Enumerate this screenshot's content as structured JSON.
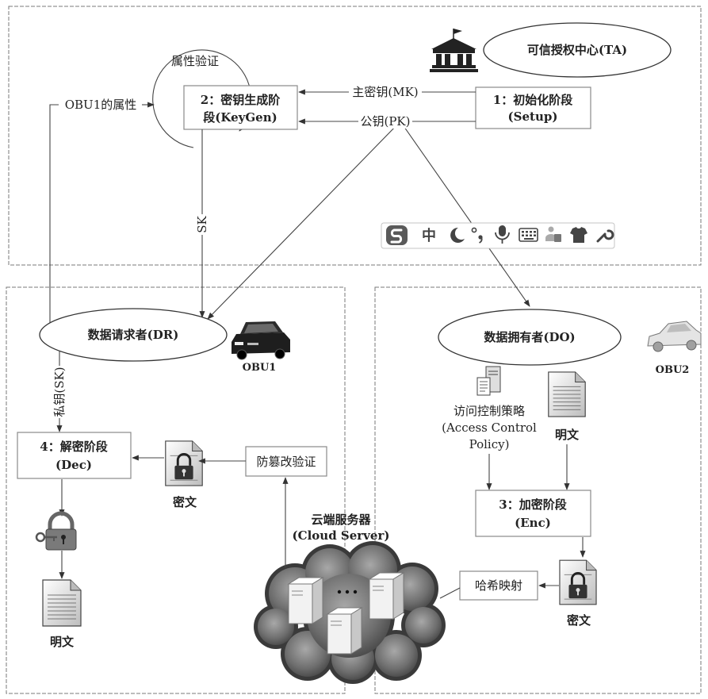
{
  "ta": {
    "label": "可信授权中心(TA)",
    "icon": "bank-building-icon"
  },
  "setup": {
    "line1": "1：初始化阶段",
    "line2": "(Setup)"
  },
  "keygen": {
    "line1": "2：密钥生成阶",
    "line2": "段(KeyGen)",
    "loop_label": "属性验证"
  },
  "obu1_attributes": "OBU1的属性",
  "edges": {
    "master_key": "主密钥(MK)",
    "public_key": "公钥(PK)",
    "secret_key": "SK",
    "private_key": "私钥(SK)"
  },
  "requester": {
    "label": "数据请求者(DR)",
    "vehicle": "OBU1"
  },
  "dec": {
    "line1": "4：解密阶段",
    "line2": "(Dec)"
  },
  "ciphertext_left": "密文",
  "tamper_check": "防篡改验证",
  "plaintext_left": "明文",
  "cloud": {
    "line1": "云端服务器",
    "line2": "(Cloud Server)"
  },
  "owner": {
    "label": "数据拥有者(DO)",
    "vehicle": "OBU2"
  },
  "policy": {
    "line1": "访问控制策略",
    "line2": "(Access Control",
    "line3": "Policy)"
  },
  "plaintext_right": "明文",
  "enc": {
    "line1": "3：加密阶段",
    "line2": "(Enc)"
  },
  "ciphertext_right": "密文",
  "hash_mapping": "哈希映射",
  "ime_toolbar": {
    "mode_label": "中",
    "icons": [
      "sogou-logo-icon",
      "moon-icon",
      "punctuation-icon",
      "microphone-icon",
      "keyboard-icon",
      "user-icon",
      "shirt-icon",
      "wrench-icon"
    ]
  },
  "colors": {
    "line": "#444444",
    "box_border": "#888888",
    "cloud": "#4a4a4a"
  }
}
